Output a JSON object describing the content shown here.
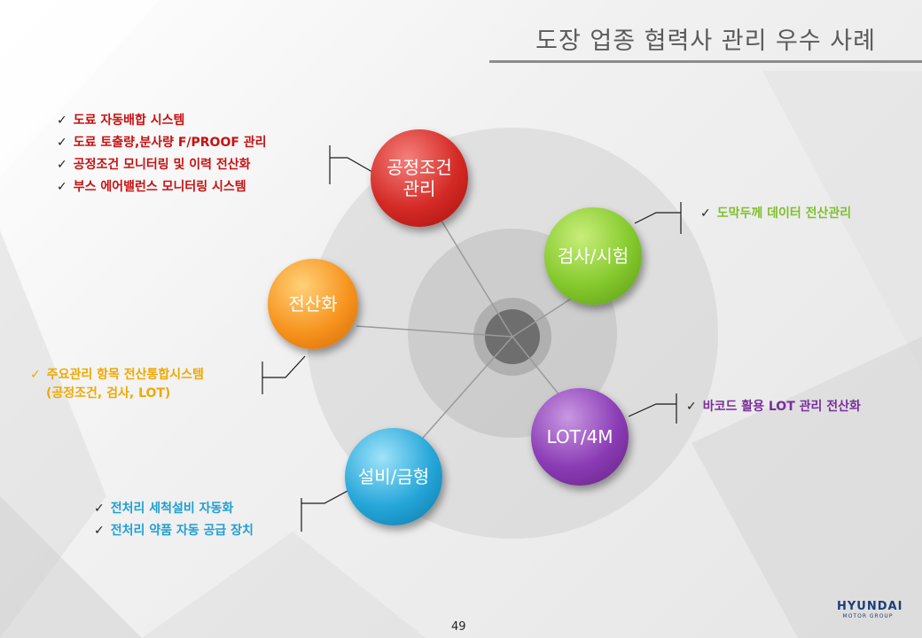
{
  "title": "도장 업종 협력사 관리 우수 사례",
  "page_number": "49",
  "logo": {
    "brand": "HYUNDAI",
    "sub": "MOTOR GROUP"
  },
  "nodes": {
    "process": {
      "line1": "공정조건",
      "line2": "관리",
      "color": "#d42a25"
    },
    "inspection": {
      "label": "검사/시험",
      "color": "#84c92c"
    },
    "computerization": {
      "label": "전산화",
      "color": "#f7941e"
    },
    "lot": {
      "label": "LOT/4M",
      "color": "#8b3cb5"
    },
    "equipment": {
      "label": "설비/금형",
      "color": "#25a6d9"
    }
  },
  "lists": {
    "process": [
      "도료 자동배합 시스템",
      "도료 토출량,분사량 F/PROOF 관리",
      "공정조건 모니터링 및 이력 전산화",
      "부스 에어밸런스 모니터링 시스템"
    ],
    "inspection": [
      "도막두께 데이터 전산관리"
    ],
    "computerization": [
      "주요관리 항목 전산통합시스템"
    ],
    "computerization_sub": "(공정조건, 검사, LOT)",
    "lot": [
      "바코드 활용 LOT 관리 전산화"
    ],
    "equipment": [
      "전처리 세척설비 자동화",
      "전처리 약품 자동 공급 장치"
    ]
  },
  "check_mark": "✓"
}
